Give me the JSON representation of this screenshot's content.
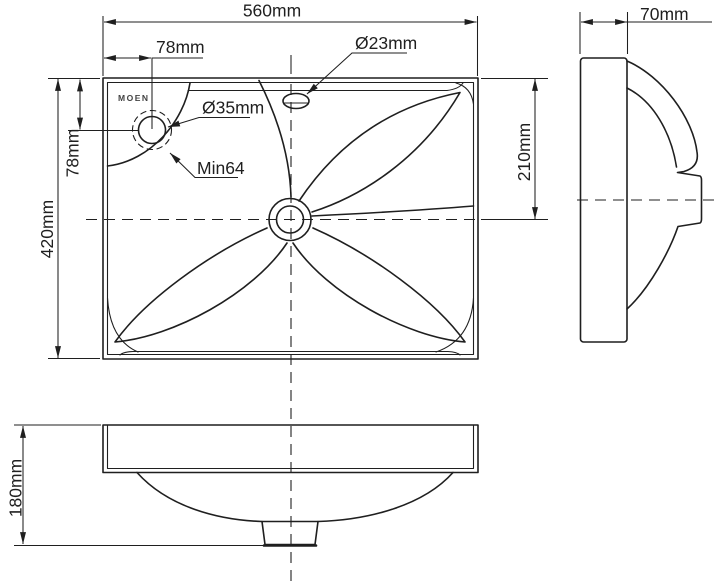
{
  "brand": "MOEN",
  "colors": {
    "background": "#ffffff",
    "line": "#1f1f1f"
  },
  "top_view": {
    "dim_width": "560mm",
    "dim_faucet_offset_h": "78mm",
    "dim_faucet_offset_v": "78mm",
    "dim_depth": "420mm",
    "dim_drain_from_top": "210mm",
    "label_overflow": "Ø23mm",
    "label_faucet_hole": "Ø35mm",
    "label_min_clearance": "Min64"
  },
  "side_view": {
    "dim_width": "70mm"
  },
  "front_view": {
    "dim_height": "180mm"
  }
}
